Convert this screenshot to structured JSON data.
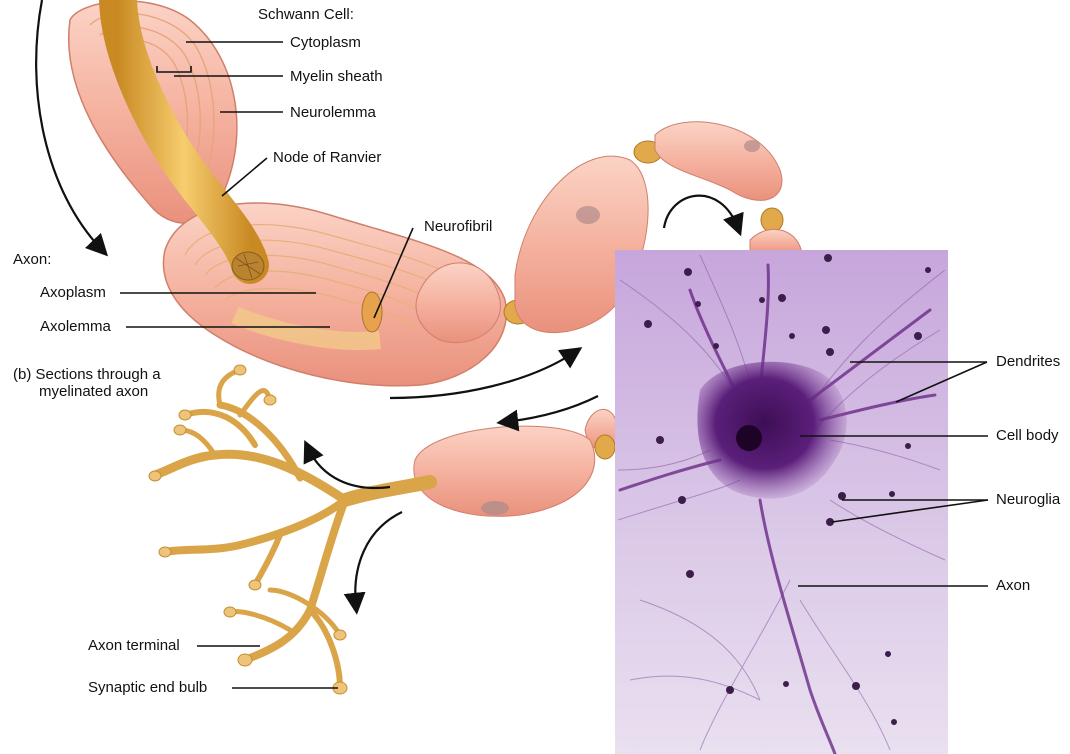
{
  "schwann_cell": {
    "heading": "Schwann Cell:",
    "cytoplasm": "Cytoplasm",
    "myelin_sheath": "Myelin sheath",
    "neurolemma": "Neurolemma"
  },
  "node_of_ranvier": "Node of Ranvier",
  "neurofibril": "Neurofibril",
  "axon_group": {
    "heading": "Axon:",
    "axoplasm": "Axoplasm",
    "axolemma": "Axolemma"
  },
  "caption": {
    "line1": "(b) Sections through a",
    "line2": "myelinated axon"
  },
  "micrograph_labels": {
    "dendrites": "Dendrites",
    "cell_body": "Cell body",
    "neuroglia": "Neuroglia",
    "axon": "Axon"
  },
  "terminal_labels": {
    "axon_terminal": "Axon terminal",
    "synaptic_end_bulb": "Synaptic end bulb"
  },
  "colors": {
    "myelin_pink": "#f4b6a6",
    "myelin_inner": "#f9d7a8",
    "axon_gold": "#e6a93c",
    "stain_purple": "#6a2a86",
    "micrograph_bg": "#d9c6e6",
    "leader_line": "#111111"
  }
}
